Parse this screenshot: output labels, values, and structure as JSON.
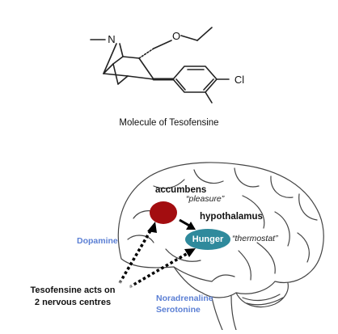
{
  "molecule": {
    "caption": "Molecule of Tesofensine",
    "atom_N": "N",
    "atom_O": "O",
    "atom_Cl": "Cl"
  },
  "brain": {
    "accumbens_label": "accumbens",
    "accumbens_note": "“pleasure”",
    "hypothalamus_label": "hypothalamus",
    "hypothalamus_note": "“thermostat”",
    "hunger_label": "Hunger",
    "dopamine_label": "Dopamine",
    "noradrenaline_label": "Noradrenaline",
    "serotonine_label": "Serotonine",
    "callout_line1": "Tesofensine acts on",
    "callout_line2": "2 nervous centres",
    "colors": {
      "accumbens_fill": "#a30d10",
      "hunger_fill": "#2f8a9c",
      "neurotransmitter_text": "#5b7fd4"
    }
  }
}
